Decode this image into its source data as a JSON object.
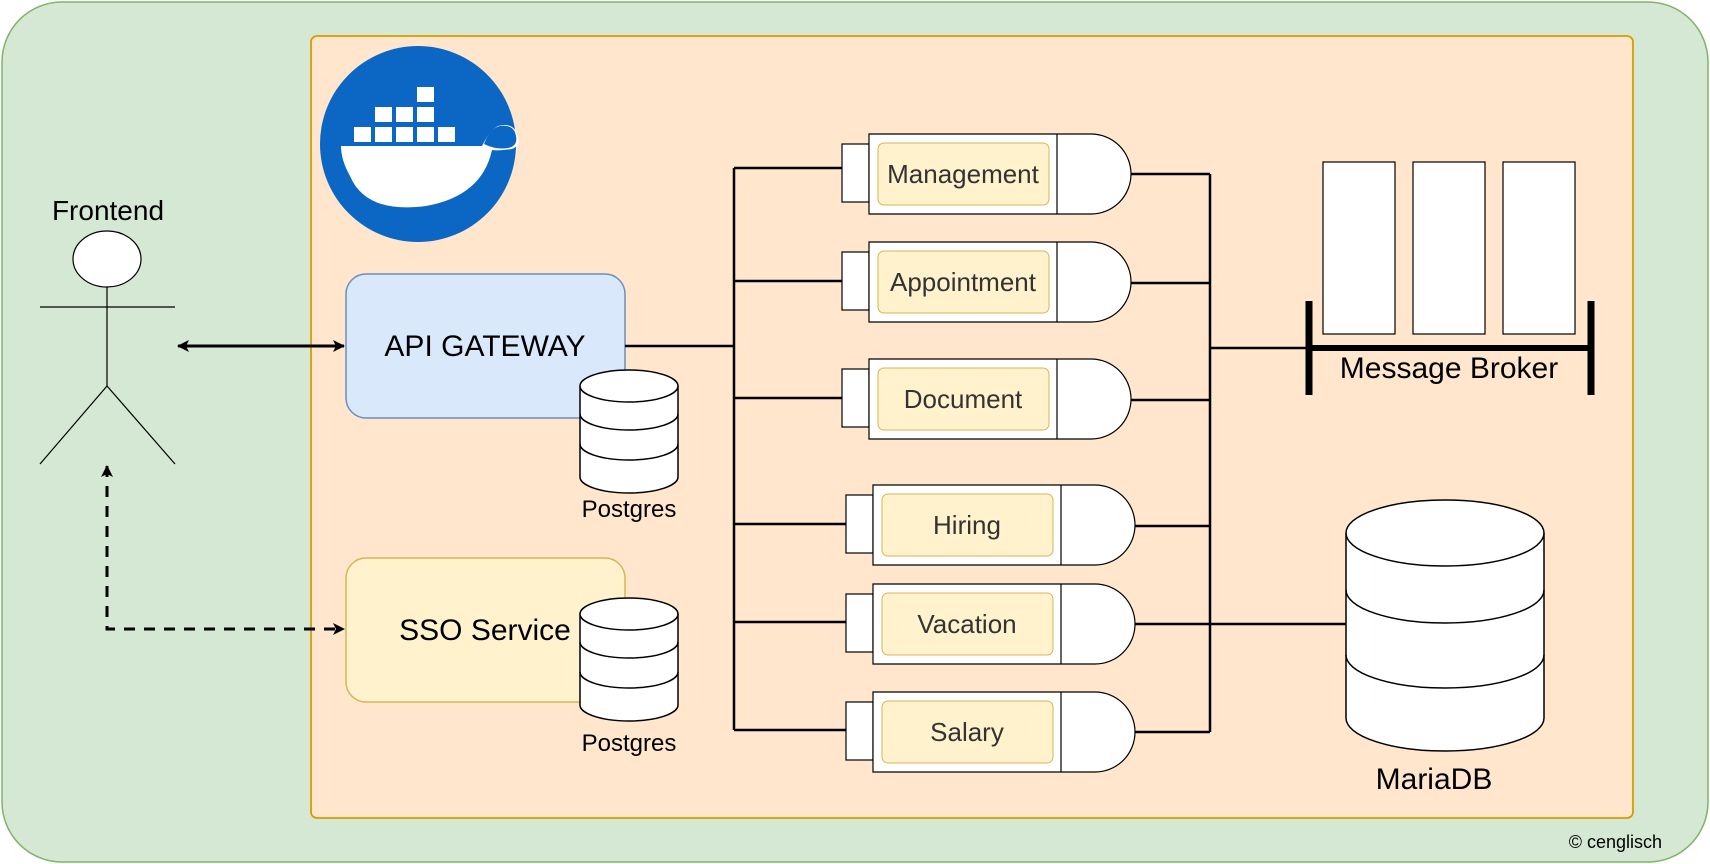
{
  "actor": {
    "label": "Frontend"
  },
  "gateway": {
    "label": "API GATEWAY"
  },
  "sso": {
    "label": "SSO Service"
  },
  "databases": {
    "gateway_db": "Postgres",
    "sso_db": "Postgres",
    "shared_db": "MariaDB"
  },
  "services": [
    {
      "label": "Management"
    },
    {
      "label": "Appointment"
    },
    {
      "label": "Document"
    },
    {
      "label": "Hiring"
    },
    {
      "label": "Vacation"
    },
    {
      "label": "Salary"
    }
  ],
  "broker": {
    "label": "Message Broker"
  },
  "copyright": "© cenglisch",
  "logo": {
    "icon": "docker-whale-icon",
    "color": "#0B67C3"
  },
  "colors": {
    "outer_bg": "#D5E8D4",
    "outer_border": "#82B366",
    "container_bg": "#FFE6CC",
    "container_border": "#D79B00",
    "gateway_bg": "#DAE8FC",
    "gateway_border": "#6C8EBF",
    "sso_bg": "#FFF2CC",
    "sso_border": "#D6B656",
    "service_inner_bg": "#FFF2CC"
  }
}
